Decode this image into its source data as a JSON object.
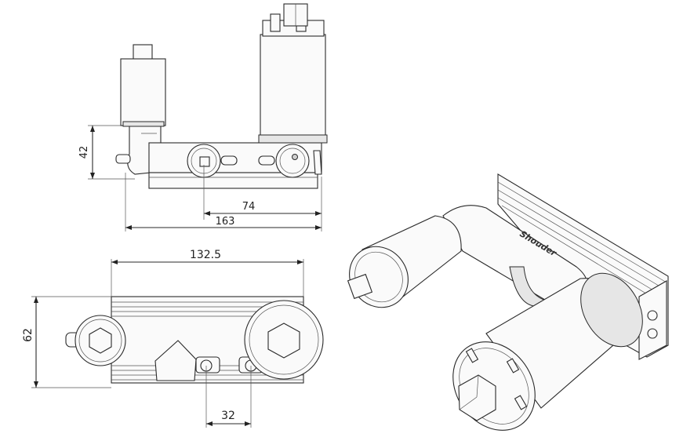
{
  "dimensions": {
    "front_height": "42",
    "front_centers": "74",
    "front_overall": "163",
    "top_length": "132.5",
    "top_height": "62",
    "top_centers": "32"
  },
  "brand_label": "Shouder"
}
